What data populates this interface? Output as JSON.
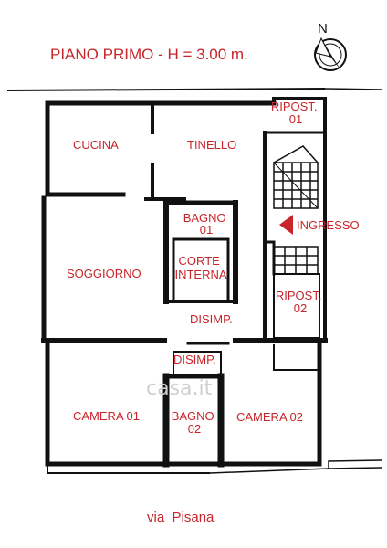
{
  "title": "PIANO PRIMO - H = 3.00 m.",
  "compass": {
    "north_label": "N"
  },
  "rooms": {
    "ripost01": [
      "RIPOST.",
      "01"
    ],
    "cucina": "CUCINA",
    "tinello": "TINELLO",
    "bagno01": [
      "BAGNO",
      "01"
    ],
    "ingresso": "INGRESSO",
    "corte_interna": [
      "CORTE",
      "INTERNA"
    ],
    "soggiorno": "SOGGIORNO",
    "ripost02": [
      "RIPOST.",
      "02"
    ],
    "disimp_upper": "DISIMP.",
    "disimp_lower": "DISIMP.",
    "camera01": "CAMERA 01",
    "bagno02": [
      "BAGNO",
      "02"
    ],
    "camera02": "CAMERA 02"
  },
  "street": "via  Pisana",
  "watermark": "casa.it",
  "colors": {
    "label": "#c8252b",
    "wall": "#111111",
    "arrow": "#c8252b"
  },
  "icons": [
    "compass-icon",
    "entrance-arrow-icon"
  ]
}
